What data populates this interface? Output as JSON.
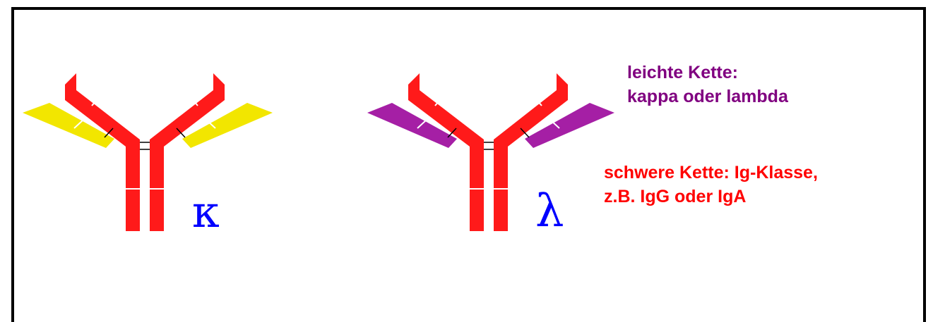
{
  "diagram": {
    "kappa_symbol": "κ",
    "lambda_symbol": "λ",
    "light_chain": {
      "line1": "leichte Kette:",
      "line2": "kappa oder lambda"
    },
    "heavy_chain": {
      "line1": "schwere Kette:  Ig-Klasse,",
      "line2": "z.B. IgG oder IgA"
    }
  },
  "colors": {
    "heavy_chain": "#ff1a1a",
    "kappa_chain": "#f2e600",
    "lambda_chain": "#a51fa5",
    "symbol": "#0000ff",
    "light_label": "#800080",
    "heavy_label": "#ff0000",
    "frame": "#000000"
  }
}
